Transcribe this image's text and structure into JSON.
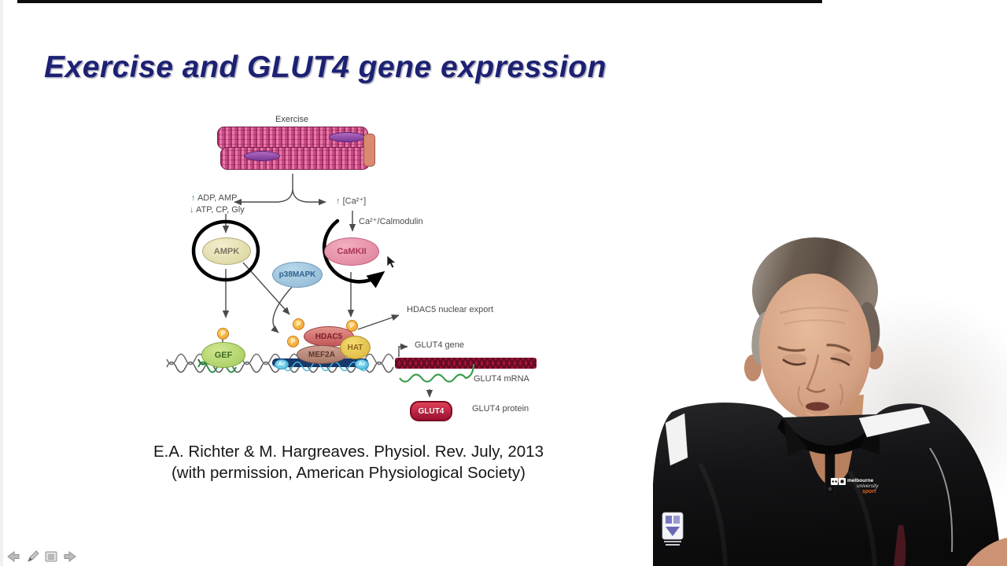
{
  "slide": {
    "title": "Exercise and GLUT4 gene expression",
    "citation_line1": "E.A. Richter & M. Hargreaves.  Physiol. Rev. July, 2013",
    "citation_line2": "(with permission, American Physiological Society)"
  },
  "diagram": {
    "exercise_label": "Exercise",
    "up_arrow": "↑",
    "down_arrow": "↓",
    "adp_text": "ADP, AMP",
    "atp_text": "ATP, CP, Gly",
    "calcium_text": "[Ca²⁺]",
    "calmodulin_label": "Ca²⁺/Calmodulin",
    "nodes": {
      "ampk": "AMPK",
      "camkii": "CaMKII",
      "p38mapk": "p38MAPK",
      "gef": "GEF",
      "hdac5": "HDAC5",
      "mef2a": "MEF2A",
      "hat": "HAT"
    },
    "phospho_mark": "P",
    "acetyl_mark": "Ac",
    "hdac5_export_label": "HDAC5 nuclear export",
    "glut4_gene_label": "GLUT4 gene",
    "glut4_mrna_label": "GLUT4 mRNA",
    "glut4_protein_label": "GLUT4 protein",
    "glut4_badge": "GLUT4"
  },
  "presenter": {
    "shirt_logo_line1": "melbourne",
    "shirt_logo_line2": "university",
    "shirt_logo_line3": "sport"
  },
  "toolbar": {
    "buttons": [
      {
        "id": "previous",
        "icon": "arrow-left-icon"
      },
      {
        "id": "pen",
        "icon": "pen-icon"
      },
      {
        "id": "notes",
        "icon": "notes-icon"
      },
      {
        "id": "next",
        "icon": "arrow-right-icon"
      }
    ]
  },
  "colors": {
    "title": "#1d2173",
    "phospho": "#f5a623",
    "acetyl": "#5bc8e8",
    "gene_bar": "#9c1236",
    "mrna": "#3b9e4f",
    "sport_accent": "#e8641a"
  }
}
